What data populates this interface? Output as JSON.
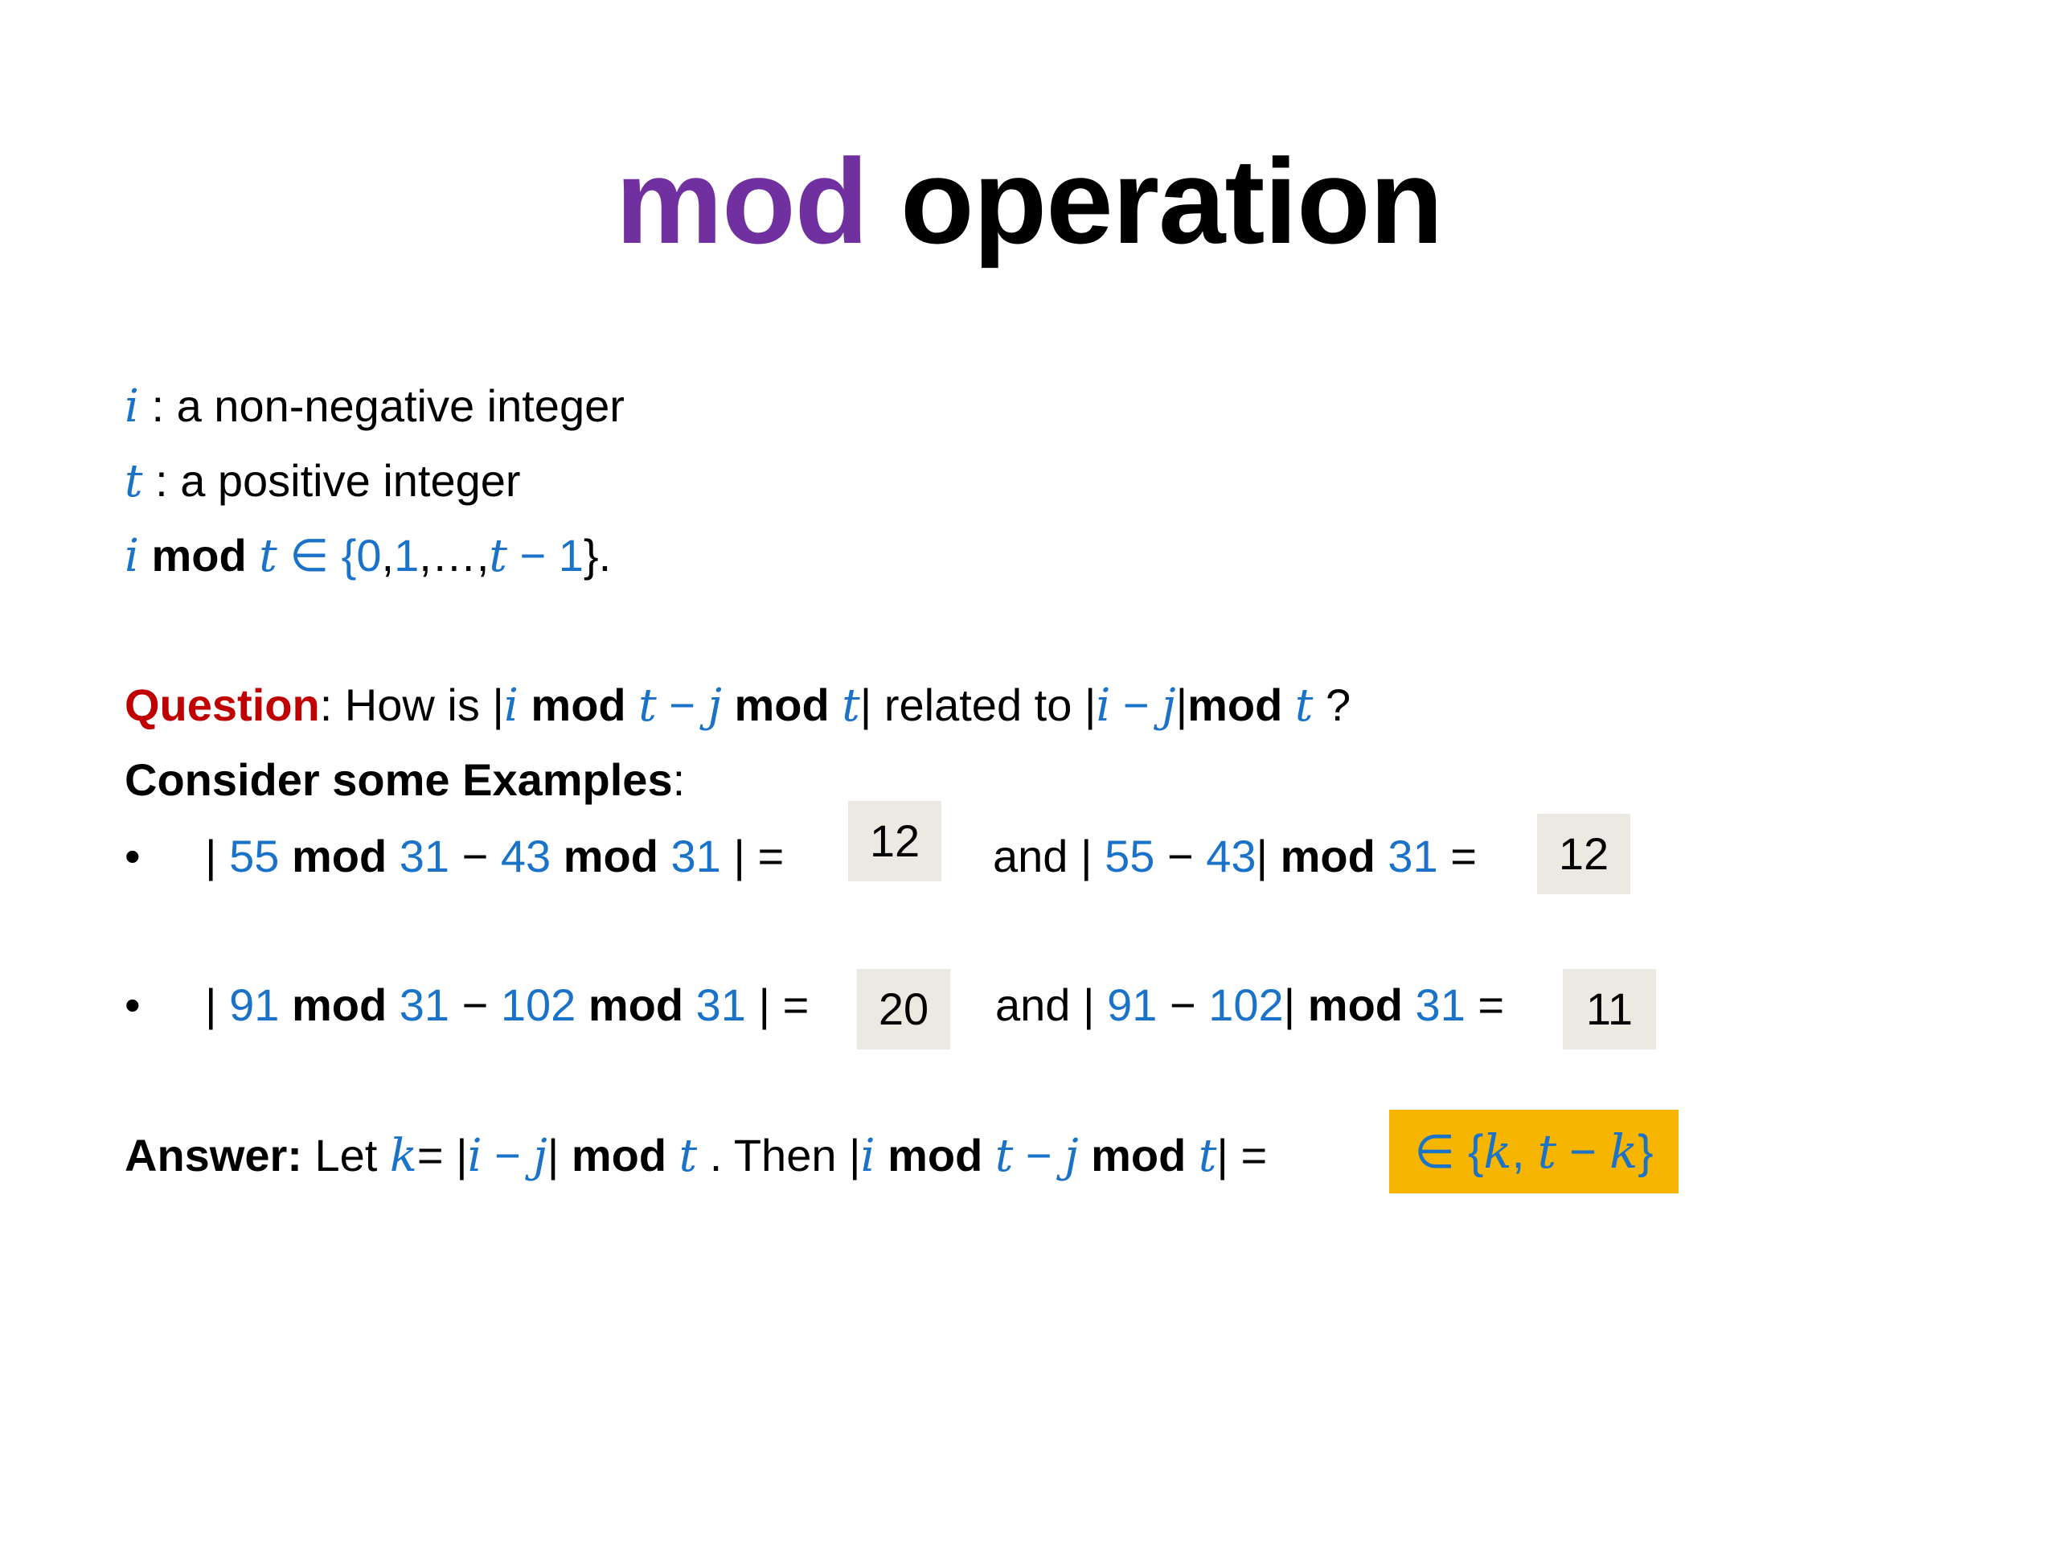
{
  "title": {
    "word1": "mod",
    "word2": "operation"
  },
  "definitions": {
    "line1": {
      "var": "i",
      "text": " : a non-negative integer"
    },
    "line2": {
      "var": "t",
      "text": " : a positive integer"
    },
    "line3": {
      "i": "i",
      "mod": "mod",
      "t": "t",
      "in": "∈ {",
      "zero": "0",
      "comma1": ",",
      "one": "1",
      "dots": ",…,",
      "t2": "t",
      "minus": " − ",
      "one2": "1",
      "close": "}."
    }
  },
  "question": {
    "label": "Question",
    "text1": ": How is  |",
    "i": "i",
    "mod1": " mod ",
    "t1": "t",
    "minus1": " − ",
    "j": "j",
    "mod2": " mod ",
    "t2": "t",
    "bar": "|  related to  |",
    "i2": "i",
    "minus2": " − ",
    "j2": "j",
    "bar2": "|",
    "mod3": "mod ",
    "t3": "t",
    "end": "  ?"
  },
  "consider": {
    "label": "Consider some Examples",
    "colon": ":"
  },
  "examples": [
    {
      "bullet": "•",
      "lhs_a": "55",
      "lhs_mod1": " mod ",
      "lhs_m1": "31",
      "lhs_minus": " − ",
      "lhs_b": "43",
      "lhs_mod2": " mod ",
      "lhs_m2": "31",
      "lhs_eq": " | = ",
      "lhs_result": "12",
      "and": "and | ",
      "rhs_a": "55",
      "rhs_minus": " − ",
      "rhs_b": "43",
      "rhs_bar": "| ",
      "rhs_mod": "mod ",
      "rhs_m": "31",
      "rhs_eq": " = ",
      "rhs_result": "12"
    },
    {
      "bullet": "•",
      "lhs_a": "91",
      "lhs_mod1": " mod ",
      "lhs_m1": "31",
      "lhs_minus": " − ",
      "lhs_b": "102",
      "lhs_mod2": " mod ",
      "lhs_m2": "31",
      "lhs_eq": " | = ",
      "lhs_result": "20",
      "and": "and | ",
      "rhs_a": "91",
      "rhs_minus": " − ",
      "rhs_b": "102",
      "rhs_bar": "| ",
      "rhs_mod": "mod ",
      "rhs_m": "31",
      "rhs_eq": " = ",
      "rhs_result": "11"
    }
  ],
  "answer": {
    "label": "Answer:",
    "let": " Let ",
    "k": "k",
    "eq": "= |",
    "i": "i",
    "minus": " − ",
    "j": "j",
    "bar": "| ",
    "mod": "mod ",
    "t": "t",
    "then": " . Then |",
    "i2": "i",
    "mod2": " mod ",
    "t2": "t",
    "minus2": " − ",
    "j2": "j",
    "mod3": " mod ",
    "t3": "t",
    "end": "| = ",
    "box_in": "∈ {",
    "box_k": "k",
    "box_comma": ", ",
    "box_t": "t",
    "box_minus": " − ",
    "box_k2": "k",
    "box_close": "}"
  },
  "colors": {
    "title_accent": "#7030a0",
    "math_blue": "#1a73c8",
    "question_red": "#c00000",
    "result_box": "#ebe9e2",
    "answer_box": "#f7b500"
  }
}
